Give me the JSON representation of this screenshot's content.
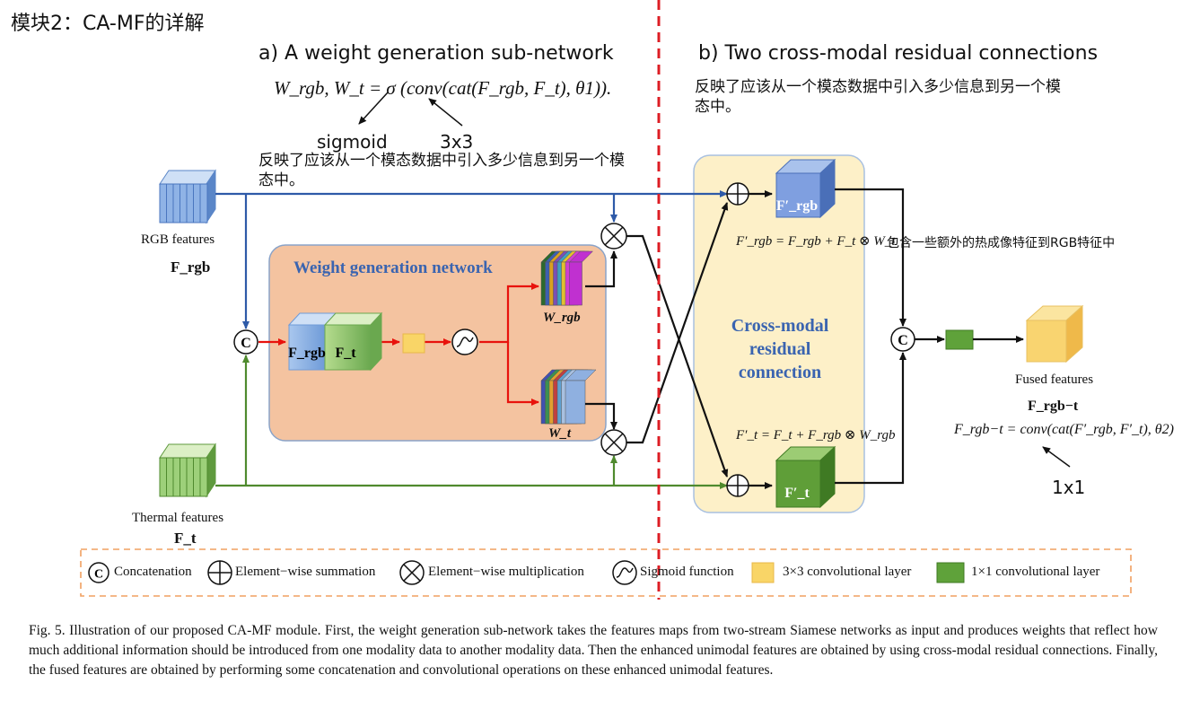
{
  "header": {
    "module_title": "模块2：CA-MF的详解",
    "section_a_title": "a) A weight generation sub-network",
    "section_b_title": "b) Two cross-modal residual connections"
  },
  "formulas": {
    "weights": "W_rgb, W_t = σ (conv(cat(F_rgb, F_t), θ1)).",
    "f_rgb_prime": "F′_rgb = F_rgb + F_t ⊗ W_t",
    "f_t_prime": "F′_t = F_t + F_rgb ⊗ W_rgb",
    "fused": "F_rgb−t = conv(cat(F′_rgb, F′_t), θ2)"
  },
  "annotations": {
    "sigmoid": "sigmoid",
    "conv3x3": "3x3",
    "note_a": "反映了应该从一个模态数据中引入多少信息到另一个模态中。",
    "note_b": "反映了应该从一个模态数据中引入多少信息到另一个模态中。",
    "thermal_note": "包含一些额外的热成像特征到RGB特征中",
    "conv1x1": "1x1"
  },
  "labels": {
    "rgb_features": "RGB features",
    "rgb_symbol": "F_rgb",
    "thermal_features": "Thermal features",
    "thermal_symbol": "F_t",
    "weight_network": "Weight generation network",
    "cat_rgb": "F_rgb",
    "cat_t": "F_t",
    "w_rgb": "W_rgb",
    "w_t": "W_t",
    "cross_modal_line1": "Cross-modal",
    "cross_modal_line2": "residual",
    "cross_modal_line3": "connection",
    "fprime_rgb": "F′_rgb",
    "fprime_t": "F′_t",
    "fused_features": "Fused features",
    "fused_symbol": "F_rgb−t",
    "concat_symbol": "C"
  },
  "legend": [
    {
      "symbol": "concat",
      "label": "Concatenation"
    },
    {
      "symbol": "sum",
      "label": "Element−wise summation"
    },
    {
      "symbol": "mult",
      "label": "Element−wise multiplication"
    },
    {
      "symbol": "sigmoid",
      "label": "Sigmoid function"
    },
    {
      "symbol": "conv3",
      "label": "3×3 convolutional layer"
    },
    {
      "symbol": "conv1",
      "label": "1×1 convolutional layer"
    }
  ],
  "caption": "Fig. 5.   Illustration of our proposed CA-MF module. First, the weight generation sub-network takes the features maps from two-stream Siamese networks as input and produces weights that reflect how much additional information should be introduced from one modality data to another modality data. Then the enhanced unimodal features are obtained by using cross-modal residual connections. Finally, the fused features are obtained by performing some concatenation and convolutional operations on these enhanced unimodal features.",
  "colors": {
    "rgb_blue": "#2e5aa8",
    "thermal_green": "#4f8a2e",
    "red_arrow": "#e8120c",
    "weight_bg": "#f4c3a0",
    "cross_bg": "#fdf0c8",
    "divider": "#dd1d24",
    "legend_border": "#f0a060"
  }
}
